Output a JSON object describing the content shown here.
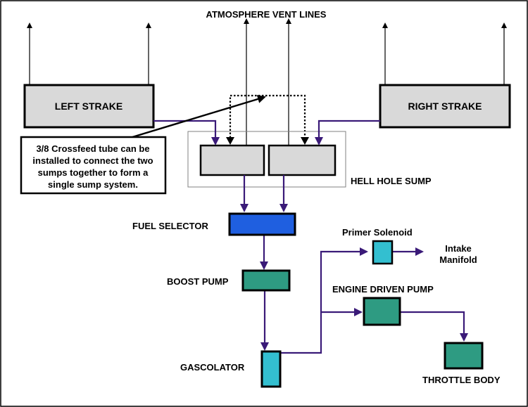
{
  "labels": {
    "vent_lines": "ATMOSPHERE VENT LINES",
    "left_strake": "LEFT STRAKE",
    "right_strake": "RIGHT STRAKE",
    "hell_hole_sump": "HELL HOLE SUMP",
    "fuel_selector": "FUEL SELECTOR",
    "boost_pump": "BOOST PUMP",
    "gascolator": "GASCOLATOR",
    "primer_solenoid": "Primer Solenoid",
    "intake_manifold_1": "Intake",
    "intake_manifold_2": "Manifold",
    "engine_driven_pump": "ENGINE DRIVEN PUMP",
    "throttle_body": "THROTTLE BODY"
  },
  "note": {
    "line1": "3/8 Crossfeed tube can be",
    "line2": "installed to connect the two",
    "line3": "sumps together to form a",
    "line4": "single sump system."
  },
  "colors": {
    "fuel_line": "#3a1a78",
    "tank_fill": "#d9d9d9",
    "selector_fill": "#1f5fe0",
    "pump_fill": "#2e9b82",
    "gascolator_fill": "#33bfd0",
    "solenoid_fill": "#33bfd0",
    "border": "#000000"
  }
}
